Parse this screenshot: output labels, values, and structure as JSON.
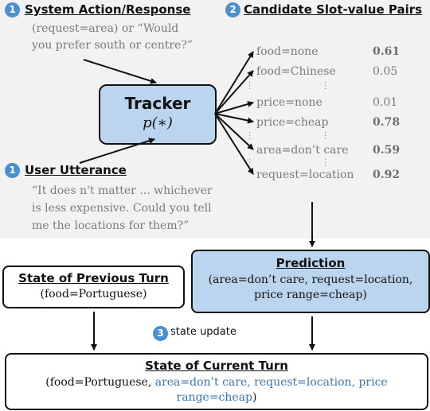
{
  "colors": {
    "panel": "#f2f2f2",
    "tracker": "#bcd5ef",
    "badge": "#4a8fd1",
    "highlight": "#3a76b3"
  },
  "system": {
    "badge": "1",
    "title": "System Action/Response",
    "line1": "(request=area) or “Would",
    "line2": "you prefer south or centre?”"
  },
  "candidates": {
    "badge": "2",
    "title": "Candidate Slot-value Pairs",
    "pairs": [
      {
        "slot": "food=none",
        "score": "0.61"
      },
      {
        "slot": "food=Chinese",
        "score": "0.05"
      },
      {
        "slot": "price=none",
        "score": "0.01"
      },
      {
        "slot": "price=cheap",
        "score": "0.78"
      },
      {
        "slot": "area=don’t care",
        "score": "0.59"
      },
      {
        "slot": "request=location",
        "score": "0.92"
      }
    ]
  },
  "tracker": {
    "title": "Tracker",
    "formula": "p(∗)"
  },
  "user": {
    "badge": "1",
    "title": "User Utterance",
    "line1": "“It does n't matter ... whichever",
    "line2": "is less expensive.  Could you tell",
    "line3": "me the locations for them?”"
  },
  "prediction": {
    "title": "Prediction",
    "line1": "(area=don’t care, request=location,",
    "line2": "price range=cheap)"
  },
  "previous": {
    "title": "State of Previous Turn",
    "content": "(food=Portuguese)"
  },
  "update": {
    "badge": "3",
    "label": "state update"
  },
  "current": {
    "title": "State of Current Turn",
    "plain1": "(food=Portuguese, ",
    "blue1": "area=don’t care, request=location, price",
    "blue2": "range=cheap",
    "plain2": ")"
  }
}
